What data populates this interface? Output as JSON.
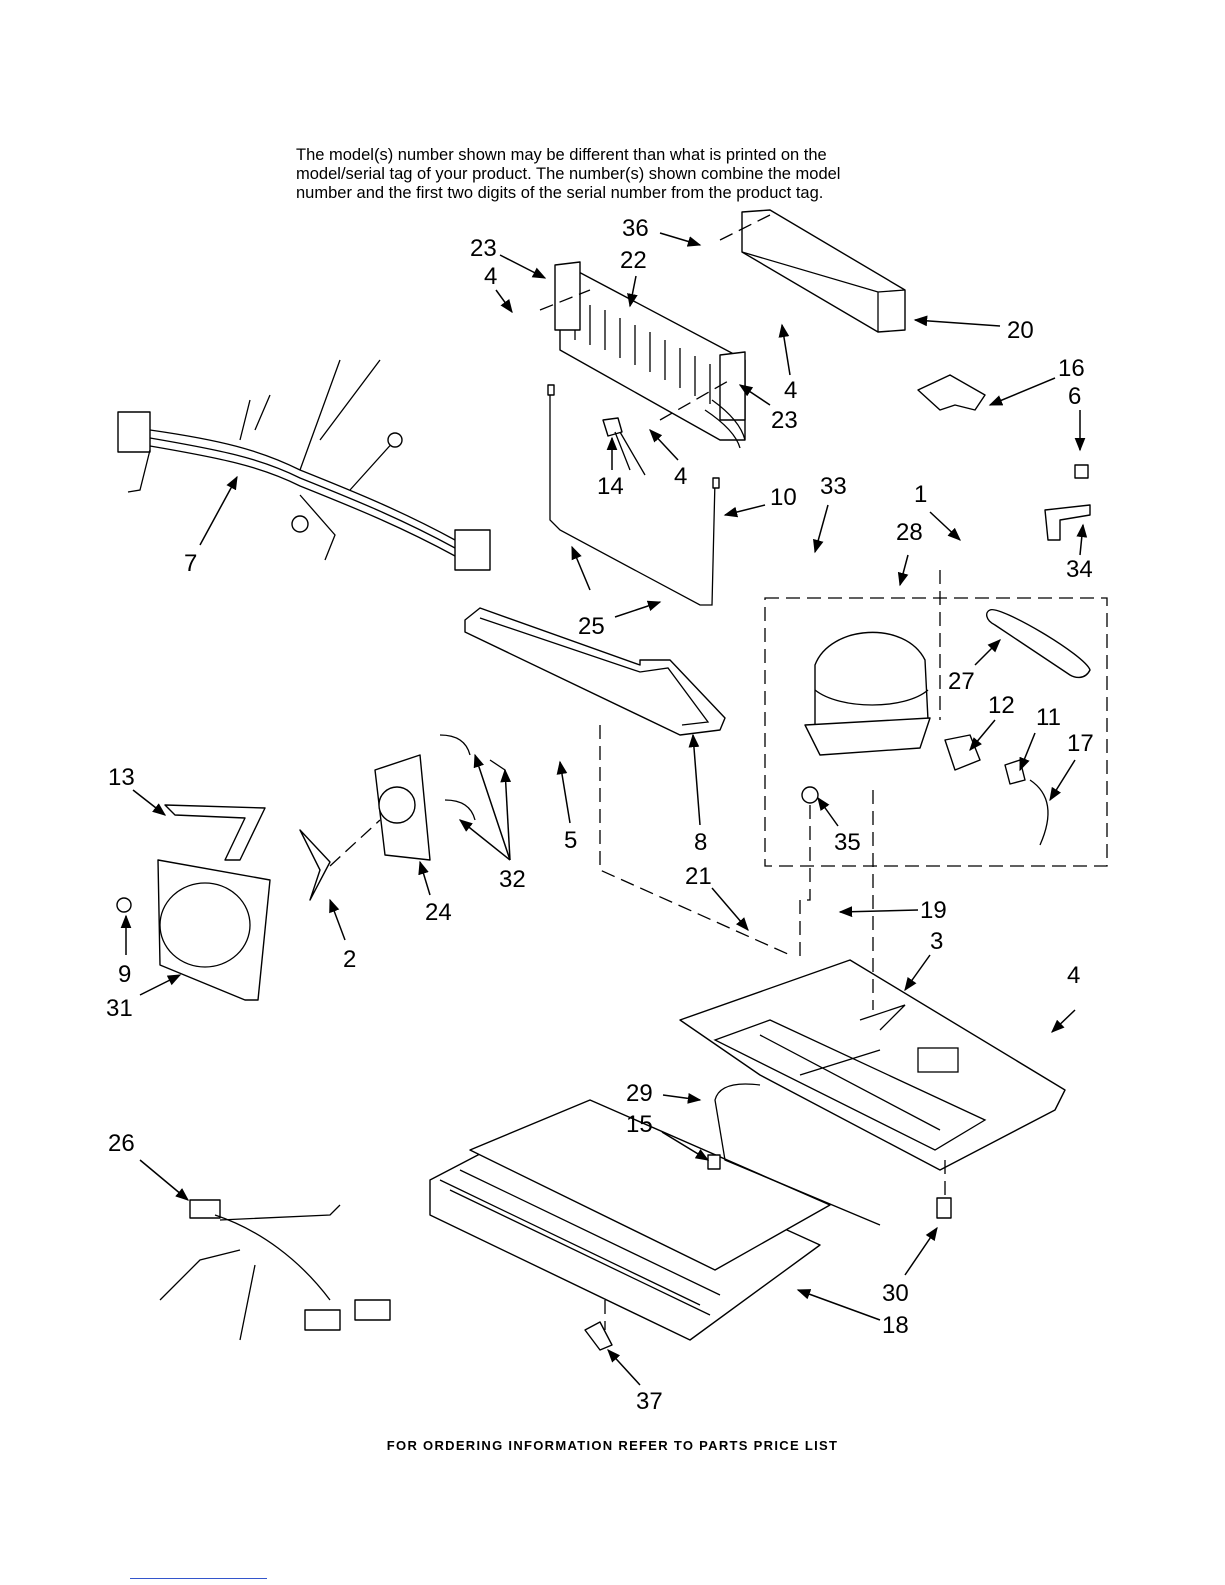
{
  "note": {
    "lines": [
      "The model(s) number shown may be different than what is printed on the",
      "model/serial tag of your product. The number(s) shown combine the model",
      "number and the first two digits of the serial number from the product tag."
    ]
  },
  "callouts": [
    "23",
    "4",
    "36",
    "22",
    "20",
    "4",
    "23",
    "16",
    "6",
    "14",
    "4",
    "10",
    "33",
    "1",
    "28",
    "34",
    "7",
    "25",
    "27",
    "12",
    "11",
    "17",
    "13",
    "5",
    "8",
    "35",
    "32",
    "21",
    "24",
    "19",
    "3",
    "9",
    "2",
    "4",
    "31",
    "29",
    "15",
    "26",
    "30",
    "18",
    "37"
  ],
  "footer": "FOR ORDERING INFORMATION REFER TO PARTS PRICE LIST"
}
